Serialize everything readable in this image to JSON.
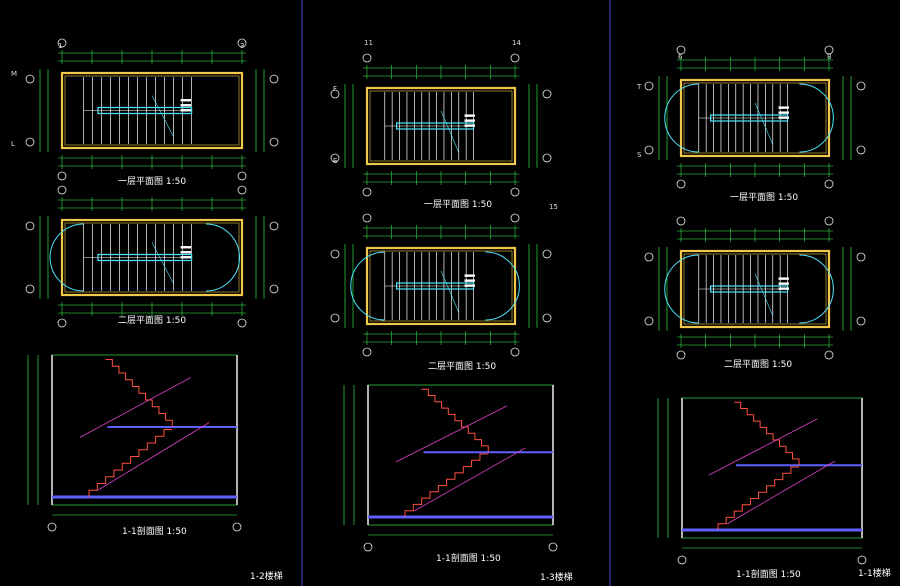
{
  "colors": {
    "background": "#000000",
    "wall": "#f2c84b",
    "treads": "#ffffff",
    "landing": "#4fe6ff",
    "handrail": "#4fe6ff",
    "dimension": "#3cff5a",
    "grid_bubble": "#e8e8e8",
    "separator": "#4a48c8",
    "section_diag": "#e040c8",
    "floor": "#6060ff",
    "stair_profile": "#ff5040"
  },
  "panels": [
    {
      "plan1_title": "一层平面图 1:50",
      "plan2_title": "二层平面图 1:50",
      "section_title": "1-1剖面图 1:50",
      "sheet_label": "1-2楼梯",
      "grids_top": [
        "1",
        "3"
      ],
      "grids_side": [
        "M",
        "L"
      ]
    },
    {
      "plan1_title": "一层平面图 1:50",
      "plan2_title": "二层平面图 1:50",
      "section_title": "1-1剖面图 1:50",
      "sheet_label": "1-3楼梯",
      "grids_top": [
        "11",
        "14"
      ],
      "grids_top_extra": "15",
      "grids_side": [
        "F",
        "E"
      ]
    },
    {
      "plan1_title": "一层平面图 1:50",
      "plan2_title": "二层平面图 1:50",
      "section_title": "1-1剖面图 1:50",
      "sheet_label": "1-1楼梯",
      "grids_top": [
        "6",
        "8"
      ],
      "grids_side": [
        "T",
        "S"
      ]
    }
  ]
}
